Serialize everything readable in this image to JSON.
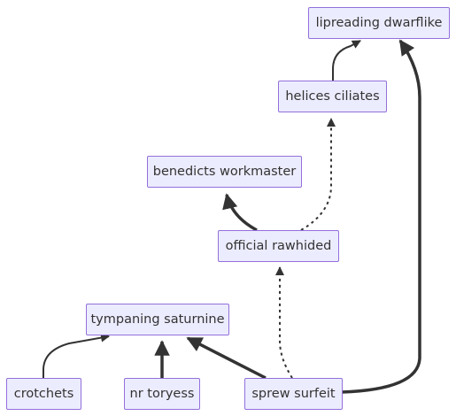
{
  "nodes": {
    "lipreading": "lipreading dwarflike",
    "helices": "helices ciliates",
    "benedicts": "benedicts workmaster",
    "official": "official rawhided",
    "tympaning": "tympaning saturnine",
    "crotchets": "crotchets",
    "nrtoryess": "nr toryess",
    "sprew": "sprew surfeit"
  },
  "edges": [
    {
      "from": "helices",
      "to": "lipreading",
      "style": "normal"
    },
    {
      "from": "sprew",
      "to": "lipreading",
      "style": "thick"
    },
    {
      "from": "official",
      "to": "helices",
      "style": "dotted"
    },
    {
      "from": "official",
      "to": "benedicts",
      "style": "thick"
    },
    {
      "from": "sprew",
      "to": "official",
      "style": "dotted"
    },
    {
      "from": "crotchets",
      "to": "tympaning",
      "style": "normal"
    },
    {
      "from": "nrtoryess",
      "to": "tympaning",
      "style": "thick"
    },
    {
      "from": "sprew",
      "to": "tympaning",
      "style": "thick"
    }
  ],
  "colors": {
    "node_fill": "#ECECFF",
    "node_border": "#9370DB",
    "edge": "#333333",
    "text": "#333333"
  }
}
